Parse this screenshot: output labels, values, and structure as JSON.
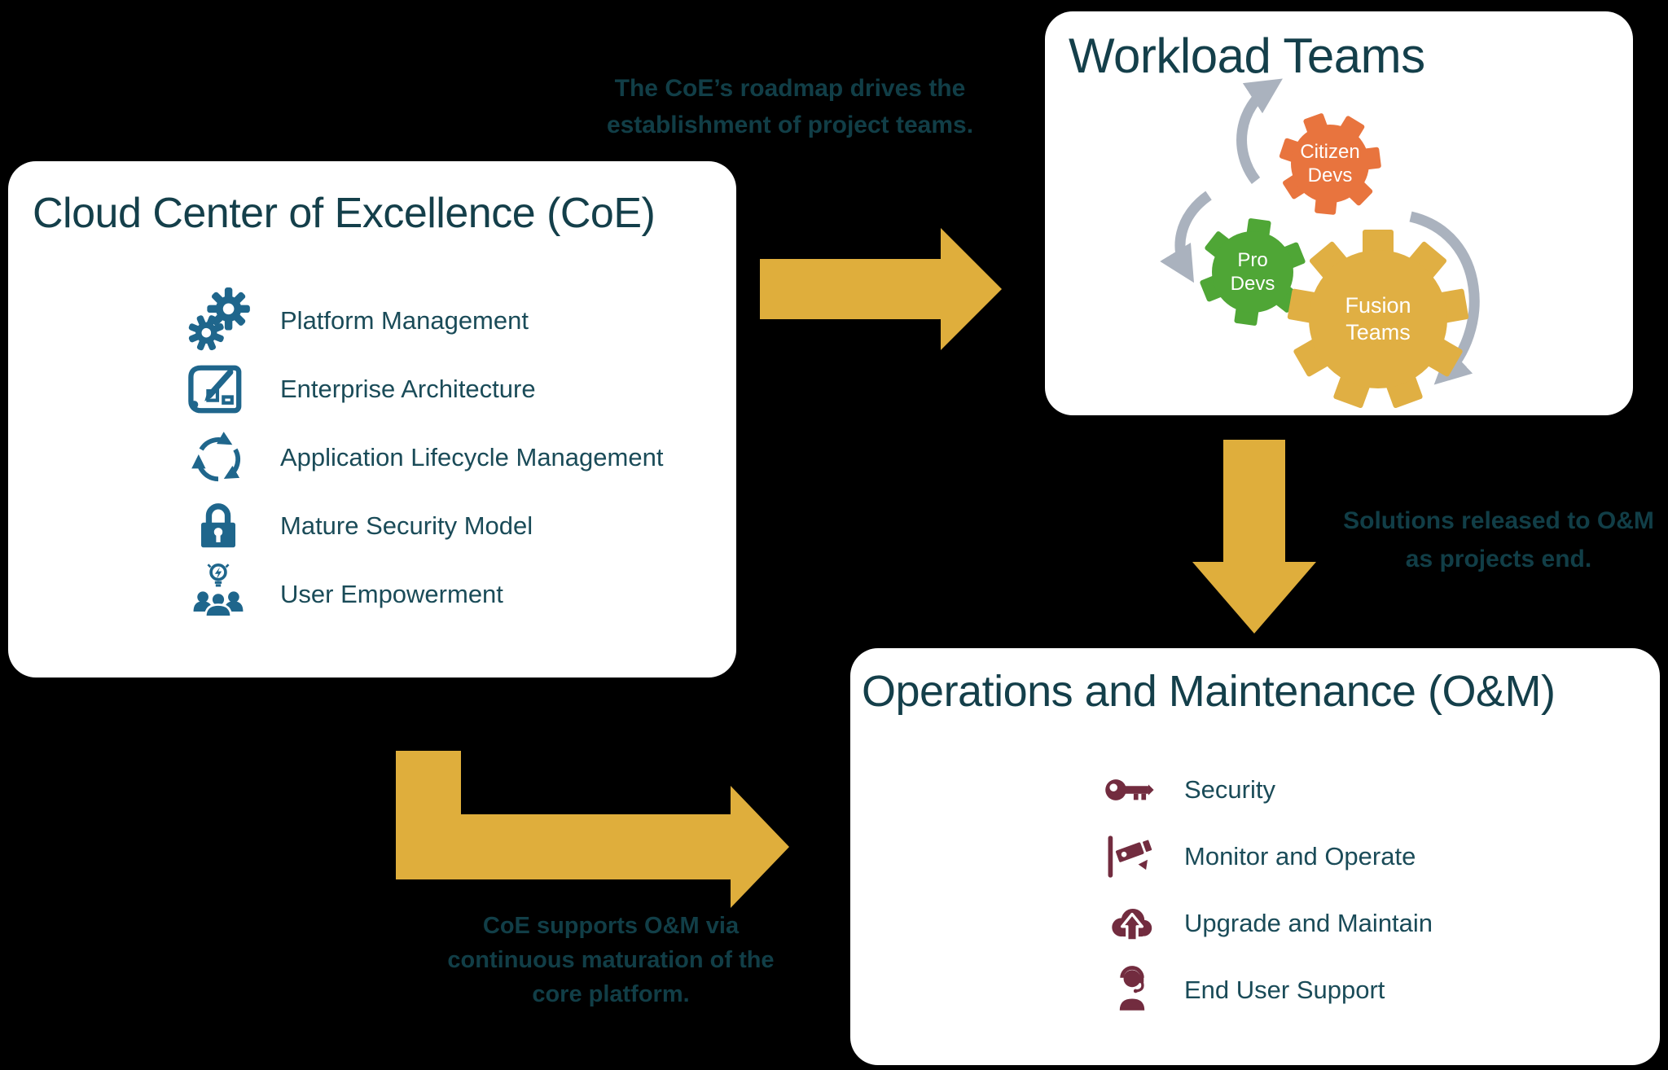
{
  "colors": {
    "background": "#000000",
    "card_bg": "#ffffff",
    "title_text": "#143f4a",
    "list_text": "#1a4b58",
    "annotation_text": "#113e47",
    "teal_icon": "#1f668c",
    "maroon_icon": "#722c3f",
    "gold_arrow": "#dfae3c",
    "gear_orange": "#e8743e",
    "gear_green": "#4fa636",
    "gear_gold": "#e0af43",
    "arc_gray": "#aab2be",
    "gear_label_text": "#ffffff"
  },
  "coe_card": {
    "title": "Cloud Center of Excellence (CoE)",
    "items": [
      {
        "icon": "gears",
        "label": "Platform Management"
      },
      {
        "icon": "blueprint",
        "label": "Enterprise Architecture"
      },
      {
        "icon": "cycle",
        "label": "Application Lifecycle Management"
      },
      {
        "icon": "lock",
        "label": "Mature Security Model"
      },
      {
        "icon": "users-bulb",
        "label": "User Empowerment"
      }
    ]
  },
  "workload_card": {
    "title": "Workload Teams",
    "gears": [
      {
        "name": "citizen-devs",
        "lines": [
          "Citizen",
          "Devs"
        ]
      },
      {
        "name": "pro-devs",
        "lines": [
          "Pro",
          "Devs"
        ]
      },
      {
        "name": "fusion-teams",
        "lines": [
          "Fusion",
          "Teams"
        ]
      }
    ]
  },
  "om_card": {
    "title": "Operations and Maintenance (O&M)",
    "items": [
      {
        "icon": "key",
        "label": "Security"
      },
      {
        "icon": "camera",
        "label": "Monitor and Operate"
      },
      {
        "icon": "cloud-up",
        "label": "Upgrade and Maintain"
      },
      {
        "icon": "headset",
        "label": "End User Support"
      }
    ]
  },
  "annotations": {
    "roadmap": {
      "lines": [
        "The CoE’s roadmap drives the",
        "establishment of project teams."
      ]
    },
    "solutions": {
      "lines": [
        "Solutions released to O&M",
        "as projects end."
      ]
    },
    "supports": {
      "lines": [
        "CoE supports O&M via",
        "continuous maturation of the",
        "core platform."
      ]
    }
  }
}
